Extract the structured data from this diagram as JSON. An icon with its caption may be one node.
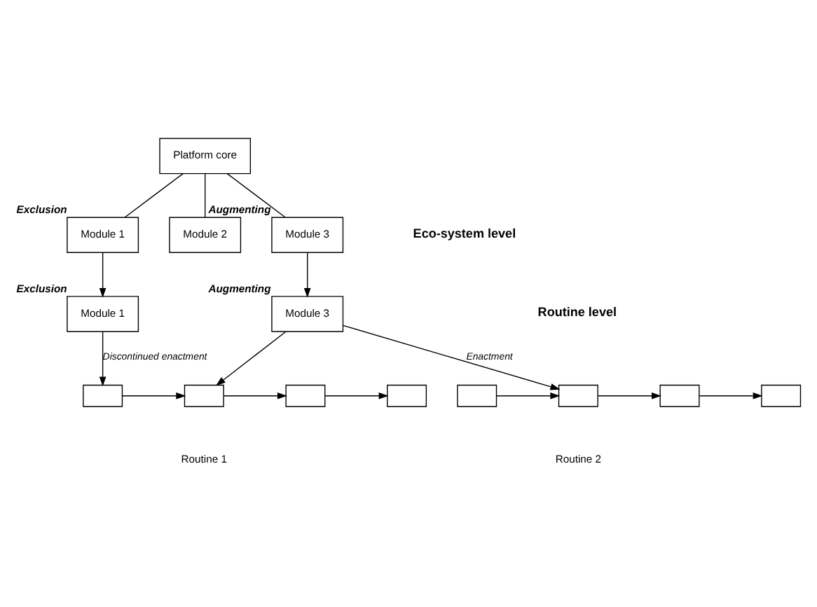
{
  "diagram": {
    "nodes": [
      {
        "text": [
          "Platform core"
        ]
      },
      {
        "text": [
          "Module 1"
        ],
        "beside": [
          "Exclusion"
        ]
      },
      {
        "text": [
          "Module 2"
        ]
      },
      {
        "text": [
          "Module 3"
        ],
        "beside": [
          "Augmenting"
        ]
      },
      {
        "text": [
          "Module 1"
        ],
        "beside": [
          "Exclusion"
        ]
      },
      {
        "text": [
          "Module 3"
        ],
        "beside": [
          "Augmenting"
        ]
      },
      {
        "text": [],
        "shape": "box"
      },
      {
        "text": [],
        "shape": "box"
      },
      {
        "text": [],
        "shape": "box"
      },
      {
        "text": [],
        "shape": "box"
      },
      {
        "text": [],
        "shape": "box"
      },
      {
        "text": [],
        "shape": "box"
      },
      {
        "text": [],
        "shape": "box"
      },
      {
        "text": [],
        "shape": "box"
      }
    ],
    "edges": [
      {
        "from": 0,
        "to": 1,
        "arrow": "none"
      },
      {
        "from": 0,
        "to": 2,
        "arrow": "none"
      },
      {
        "from": 0,
        "to": 3,
        "arrow": "none"
      },
      {
        "from": 1,
        "to": 4,
        "arrow": "to"
      },
      {
        "from": 3,
        "to": 5,
        "arrow": "to"
      },
      {
        "from": 4,
        "to": 6,
        "arrow": "to",
        "label": "Discontinued enactment"
      },
      {
        "from": 5,
        "to": 7,
        "arrow": "to"
      },
      {
        "from": 5,
        "to": 11,
        "arrow": "to",
        "label": "Enactment"
      },
      {
        "from": 6,
        "to": 7,
        "arrow": "to"
      },
      {
        "from": 7,
        "to": 8,
        "arrow": "to"
      },
      {
        "from": 8,
        "to": 9,
        "arrow": "to"
      },
      {
        "from": 10,
        "to": 11,
        "arrow": "to"
      },
      {
        "from": 11,
        "to": 12,
        "arrow": "to"
      },
      {
        "from": 12,
        "to": 13,
        "arrow": "to"
      }
    ],
    "labels": [
      "Eco-system level",
      "Routine level",
      "Routine 1",
      "Routine 2"
    ]
  }
}
